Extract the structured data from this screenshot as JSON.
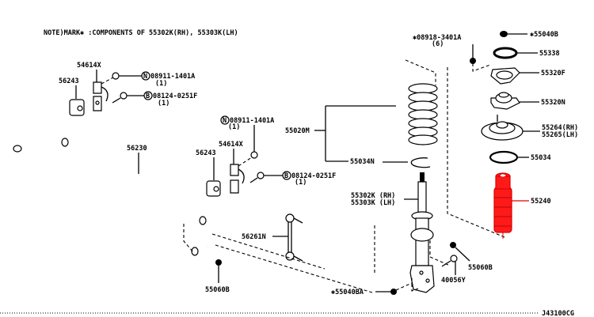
{
  "note": "NOTE)MARK✱ :COMPONENTS OF 55302K(RH), 55303K(LH)",
  "diagram_code": "J43100CG",
  "highlight_color": "#ff1a1a",
  "labels": {
    "p54614x_upper": "54614X",
    "p56243_upper": "56243",
    "bolt_n_upper": "08911-1401A",
    "bolt_n_upper_qty": "(1)",
    "bolt_b_upper": "08124-0251F",
    "bolt_b_upper_qty": "(1)",
    "p56230": "56230",
    "bolt_n_mid": "08911-1401A",
    "bolt_n_mid_qty": "(1)",
    "p54614x_mid": "54614X",
    "p56243_mid": "56243",
    "bolt_b_mid": "08124-0251F",
    "bolt_b_mid_qty": "(1)",
    "p55020m": "55020M",
    "p55034n": "55034N",
    "p55302k": "55302K (RH)",
    "p55303k": "55303K (LH)",
    "p56261n": "56261N",
    "p55060b_left": "55060B",
    "p55040ba": "✱55040BA",
    "p40056y": "40056Y",
    "p55060b_right": "55060B",
    "nut_top": "✱08918-3401A",
    "nut_top_qty": "(6)",
    "p55040b": "✱55040B",
    "p55338": "55338",
    "p55320f": "55320F",
    "p55320n": "55320N",
    "p55264": "55264(RH)",
    "p55265": "55265(LH)",
    "p55034": "55034",
    "p55240": "55240"
  },
  "circle_marks": {
    "n": "N",
    "b": "B"
  }
}
